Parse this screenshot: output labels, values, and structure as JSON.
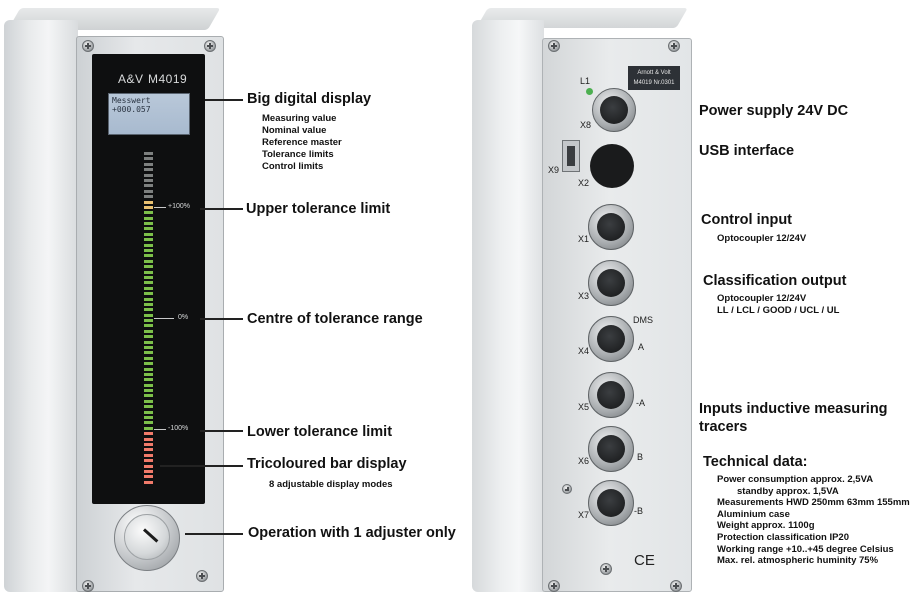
{
  "left_device": {
    "brand": "A&V",
    "model": "M4019",
    "display_lines": [
      "Messwert",
      "+000.057"
    ],
    "scale_marks": [
      "+100%",
      "0%",
      "-100%"
    ]
  },
  "left_labels": {
    "big_display": "Big digital display",
    "display_items": [
      "Measuring value",
      "Nominal value",
      "Reference master",
      "Tolerance limits",
      "Control limits"
    ],
    "upper": "Upper tolerance limit",
    "centre": "Centre of tolerance range",
    "lower": "Lower tolerance limit",
    "bar": "Tricoloured bar display",
    "bar_sub": "8 adjustable display modes",
    "operation": "Operation with 1 adjuster only"
  },
  "right_device": {
    "plate_lines": [
      "Arnott & Volt",
      "M4019  Nr.0301"
    ],
    "led_label": "L1",
    "connectors": [
      "X8",
      "X9",
      "X2",
      "X1",
      "X3",
      "X4",
      "X5",
      "X6",
      "X7"
    ],
    "dms_labels": [
      "DMS",
      "A",
      "-A",
      "B",
      "-B"
    ],
    "ce_mark": "CE"
  },
  "right_labels": {
    "power": "Power supply 24V DC",
    "usb": "USB interface",
    "control": "Control input",
    "control_sub": "Optocoupler 12/24V",
    "classification": "Classification output",
    "classification_sub": [
      "Optocoupler 12/24V",
      "LL / LCL / GOOD / UCL / UL"
    ],
    "inputs": [
      "Inputs inductive measuring",
      "tracers"
    ],
    "technical": "Technical data:",
    "technical_items": [
      "Power consumption approx. 2,5VA",
      "standby approx. 1,5VA",
      "Measurements HWD 250mm 63mm 155mm",
      "Aluminium case",
      "Weight approx. 1100g",
      "Protection classification IP20",
      "Working range +10..+45 degree Celsius",
      "Max. rel. atmospheric huminity 75%"
    ]
  },
  "colors": {
    "bar_green": "#7cc04a",
    "bar_red": "#f07a6a",
    "bar_yellow": "#e8c070",
    "bar_grey": "#7d807f",
    "panel": "#0e0f10",
    "lcd": "#b4c4d6"
  }
}
